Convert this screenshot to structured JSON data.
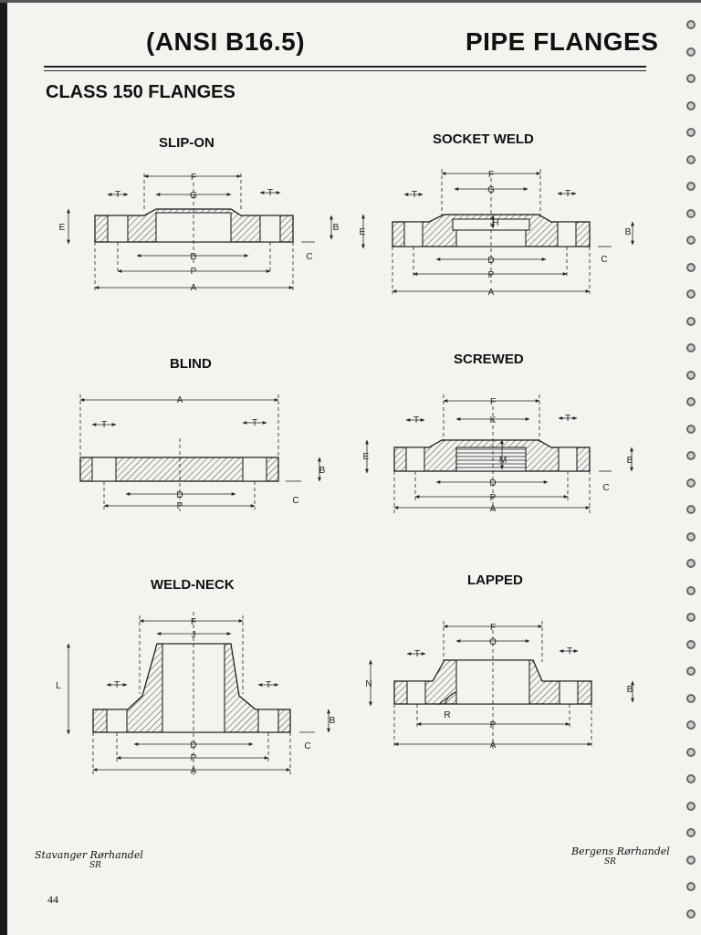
{
  "header": {
    "standard": "(ANSI B16.5)",
    "subject": "PIPE FLANGES"
  },
  "class_title": "CLASS 150 FLANGES",
  "diagrams": [
    {
      "title": "SLIP-ON",
      "labels": [
        "F",
        "G",
        "T",
        "T",
        "E",
        "B",
        "C",
        "D",
        "P",
        "A"
      ]
    },
    {
      "title": "SOCKET WELD",
      "labels": [
        "F",
        "G",
        "T",
        "T",
        "H",
        "E",
        "B",
        "C",
        "D",
        "P",
        "A"
      ]
    },
    {
      "title": "BLIND",
      "labels": [
        "A",
        "T",
        "T",
        "B",
        "C",
        "D",
        "P"
      ]
    },
    {
      "title": "SCREWED",
      "labels": [
        "F",
        "K",
        "T",
        "T",
        "M",
        "E",
        "B",
        "C",
        "D",
        "P",
        "A"
      ]
    },
    {
      "title": "WELD-NECK",
      "labels": [
        "F",
        "J",
        "L",
        "T",
        "T",
        "B",
        "C",
        "D",
        "P",
        "A"
      ]
    },
    {
      "title": "LAPPED",
      "labels": [
        "F",
        "O",
        "T",
        "T",
        "N",
        "B",
        "R",
        "P",
        "A"
      ]
    }
  ],
  "logos": {
    "left": "Stavanger Rørhandel",
    "right": "Bergens Rørhandel",
    "mark": "SR"
  },
  "page_number": "44",
  "colors": {
    "ink": "#111111",
    "paper": "#f4f3ef"
  }
}
